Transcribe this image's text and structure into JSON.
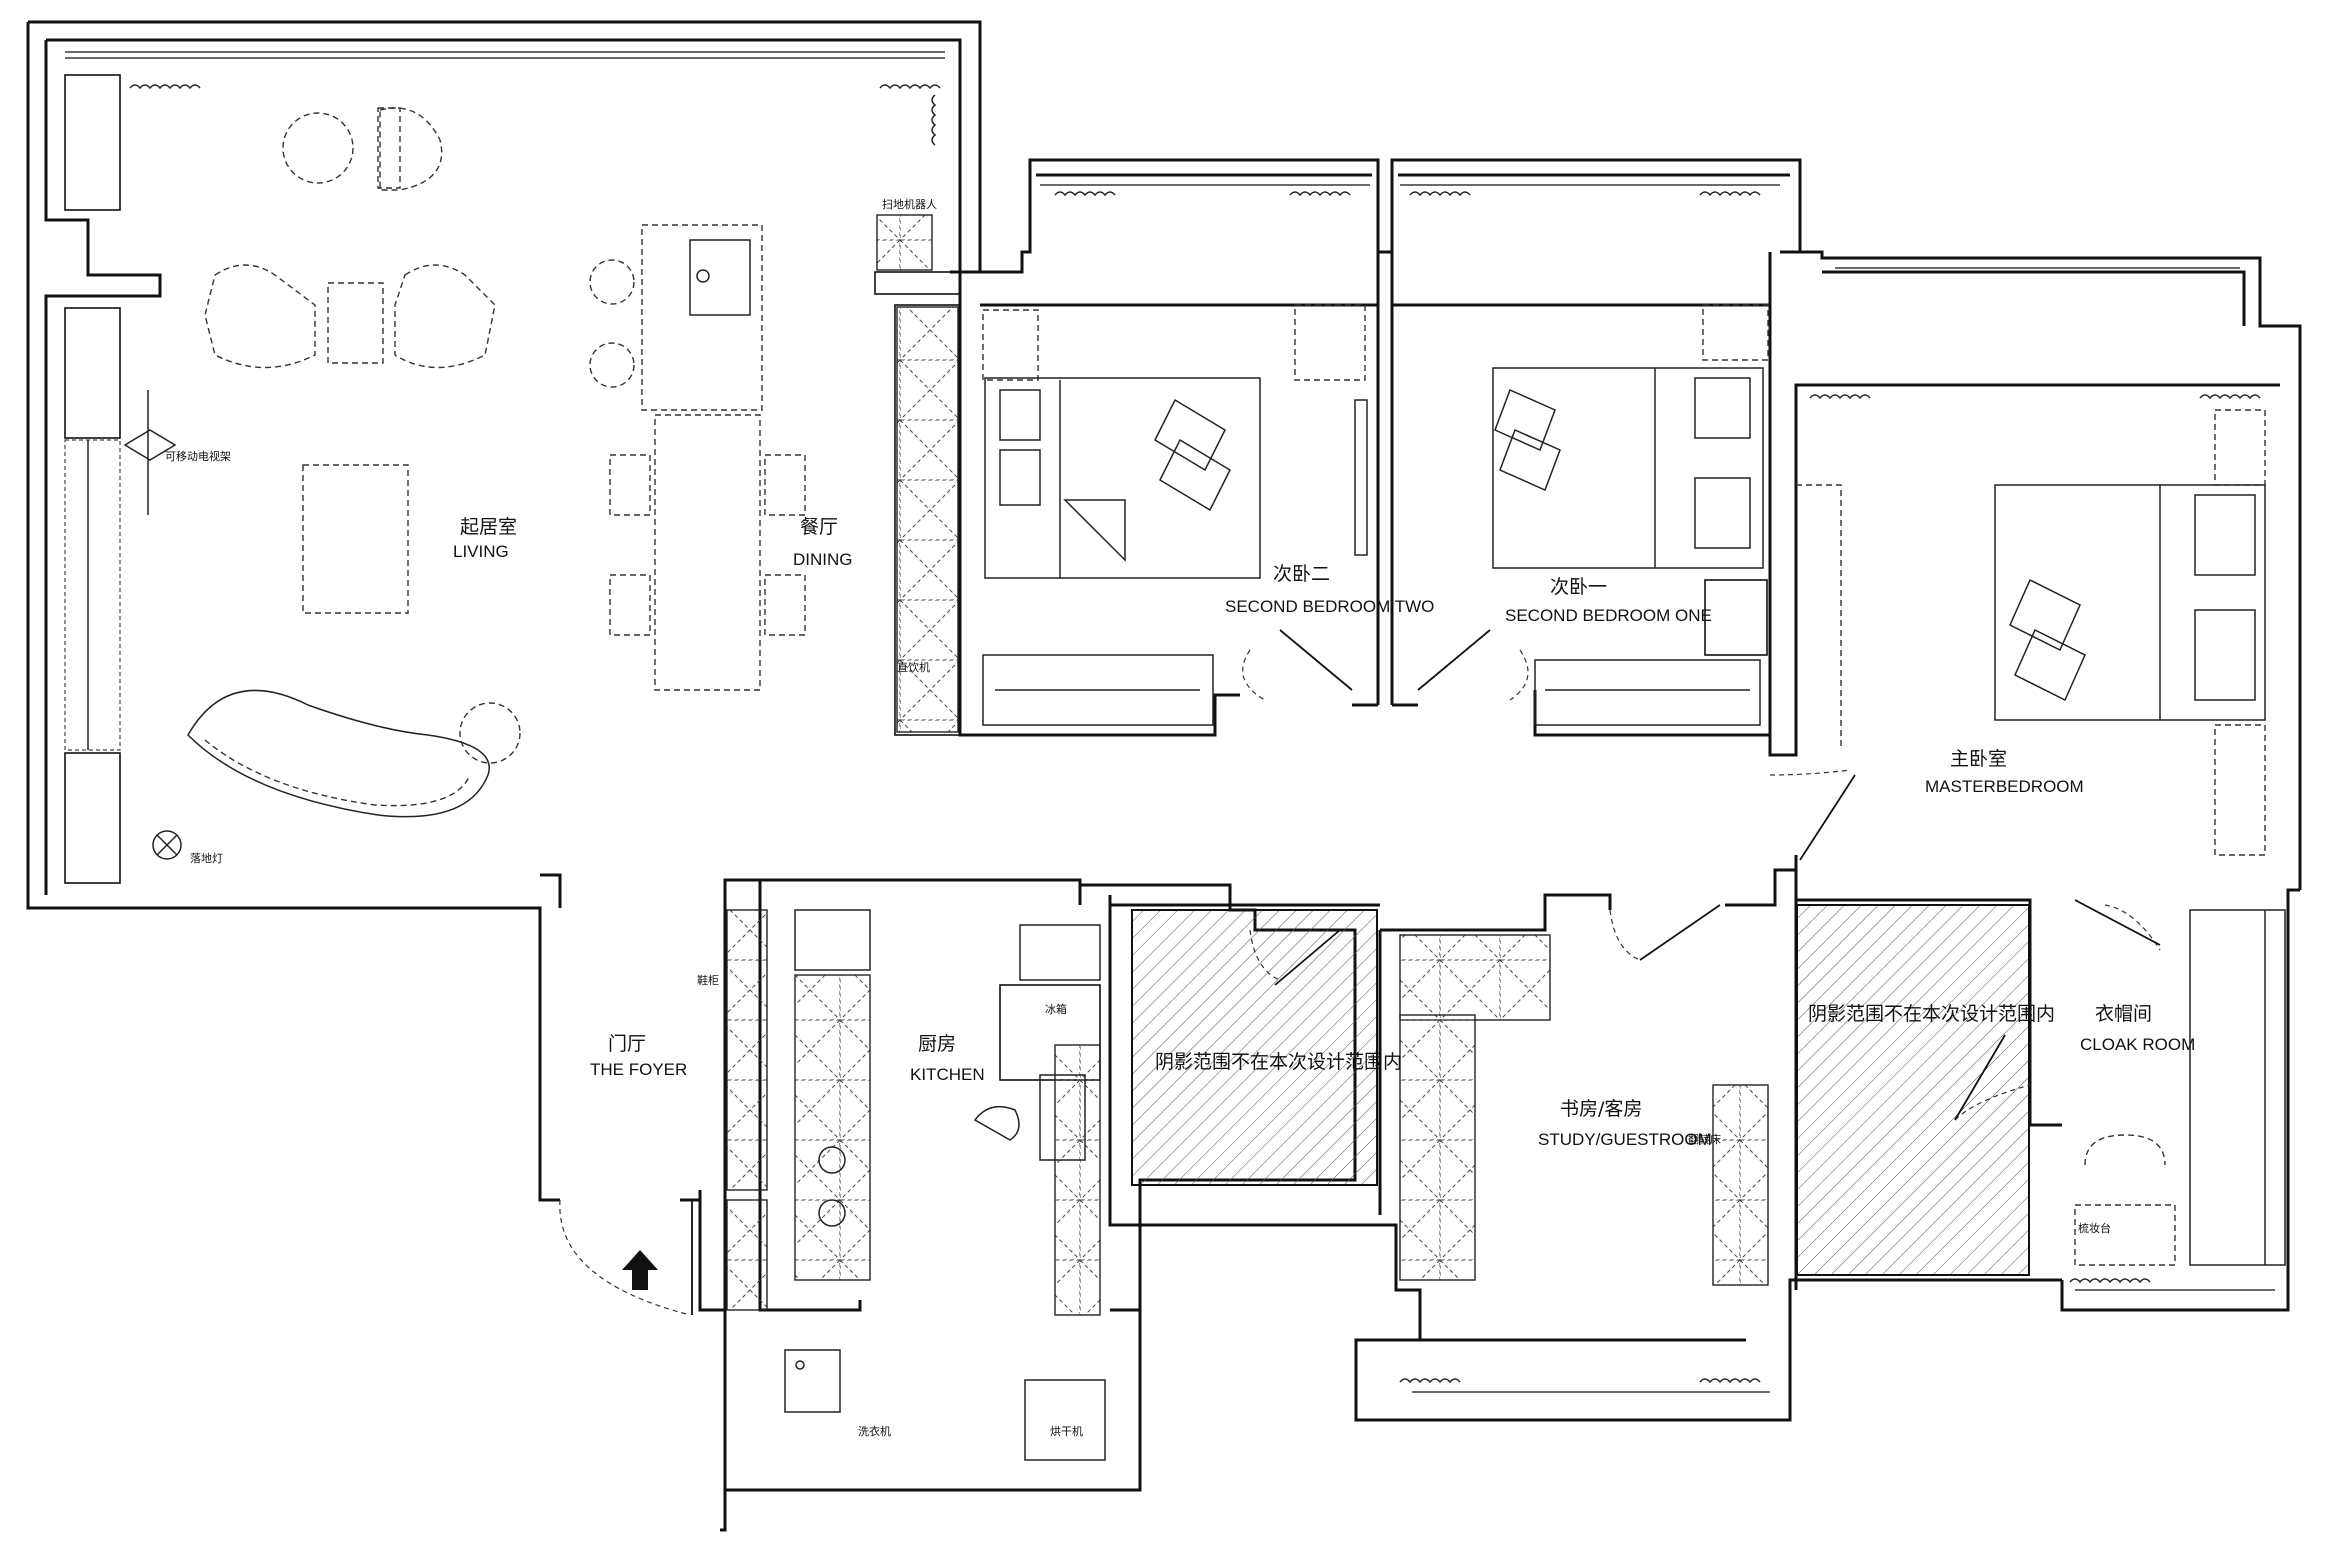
{
  "rooms": {
    "living_cn": "起居室",
    "living_en": "LIVING",
    "dining_cn": "餐厅",
    "dining_en": "DINING",
    "foyer_cn": "门厅",
    "foyer_en": "THE FOYER",
    "kitchen_cn": "厨房",
    "kitchen_en": "KITCHEN",
    "bedroom2_cn": "次卧二",
    "bedroom2_en": "SECOND BEDROOM TWO",
    "bedroom1_cn": "次卧一",
    "bedroom1_en": "SECOND BEDROOM ONE",
    "master_cn": "主卧室",
    "master_en": "MASTERBEDROOM",
    "study_cn": "书房/客房",
    "study_en": "STUDY/GUESTROOM",
    "cloak_cn": "衣帽间",
    "cloak_en": "CLOAK ROOM"
  },
  "notes": {
    "shaded_a": "阴影范围不在本次设计范围内",
    "shaded_b": "阴影范围不在本次设计范围内"
  },
  "fixtures": {
    "robot": "扫地机器人",
    "tv_rack": "可移动电视架",
    "floor_lamp": "落地灯",
    "water": "直饮机",
    "shoe": "鞋柜",
    "fridge": "冰箱",
    "washer": "洗衣机",
    "dryer": "烘干机",
    "flip_bed": "翻转床",
    "vanity": "梳妆台"
  }
}
